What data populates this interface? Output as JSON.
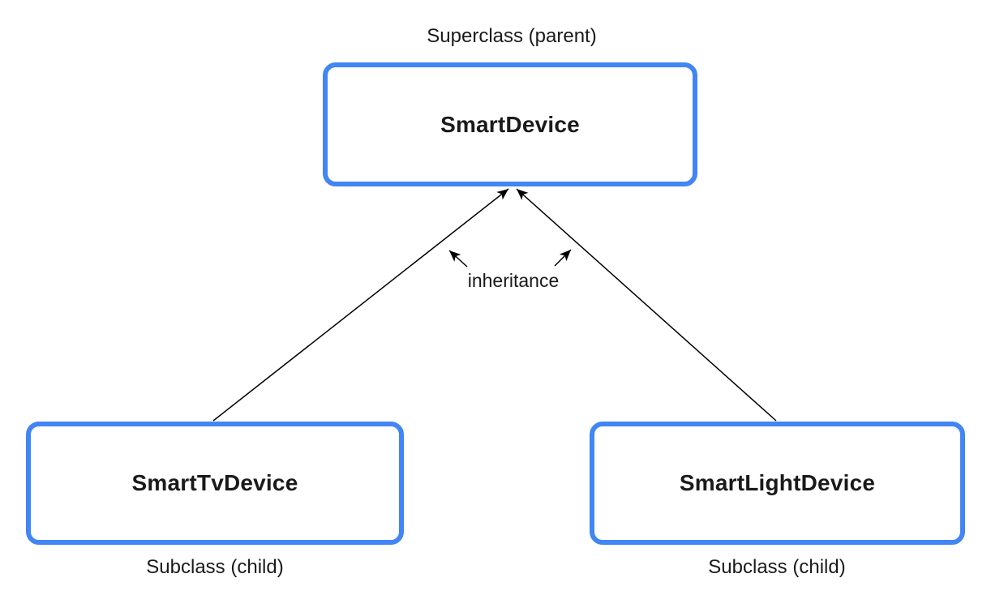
{
  "diagram": {
    "captions": {
      "superclass": "Superclass (parent)",
      "inheritance": "inheritance",
      "subclass_left": "Subclass (child)",
      "subclass_right": "Subclass (child)"
    },
    "nodes": [
      {
        "id": "superclass",
        "label": "SmartDevice",
        "role": "Superclass (parent)"
      },
      {
        "id": "subclass-tv",
        "label": "SmartTvDevice",
        "role": "Subclass (child)"
      },
      {
        "id": "subclass-light",
        "label": "SmartLightDevice",
        "role": "Subclass (child)"
      }
    ],
    "edges": [
      {
        "from": "SmartTvDevice",
        "to": "SmartDevice",
        "type": "inheritance"
      },
      {
        "from": "SmartLightDevice",
        "to": "SmartDevice",
        "type": "inheritance"
      }
    ],
    "colors": {
      "node_border": "#4285F4",
      "node_fill": "#FFFFFF",
      "text": "#1A1A1A",
      "arrow": "#000000"
    }
  }
}
